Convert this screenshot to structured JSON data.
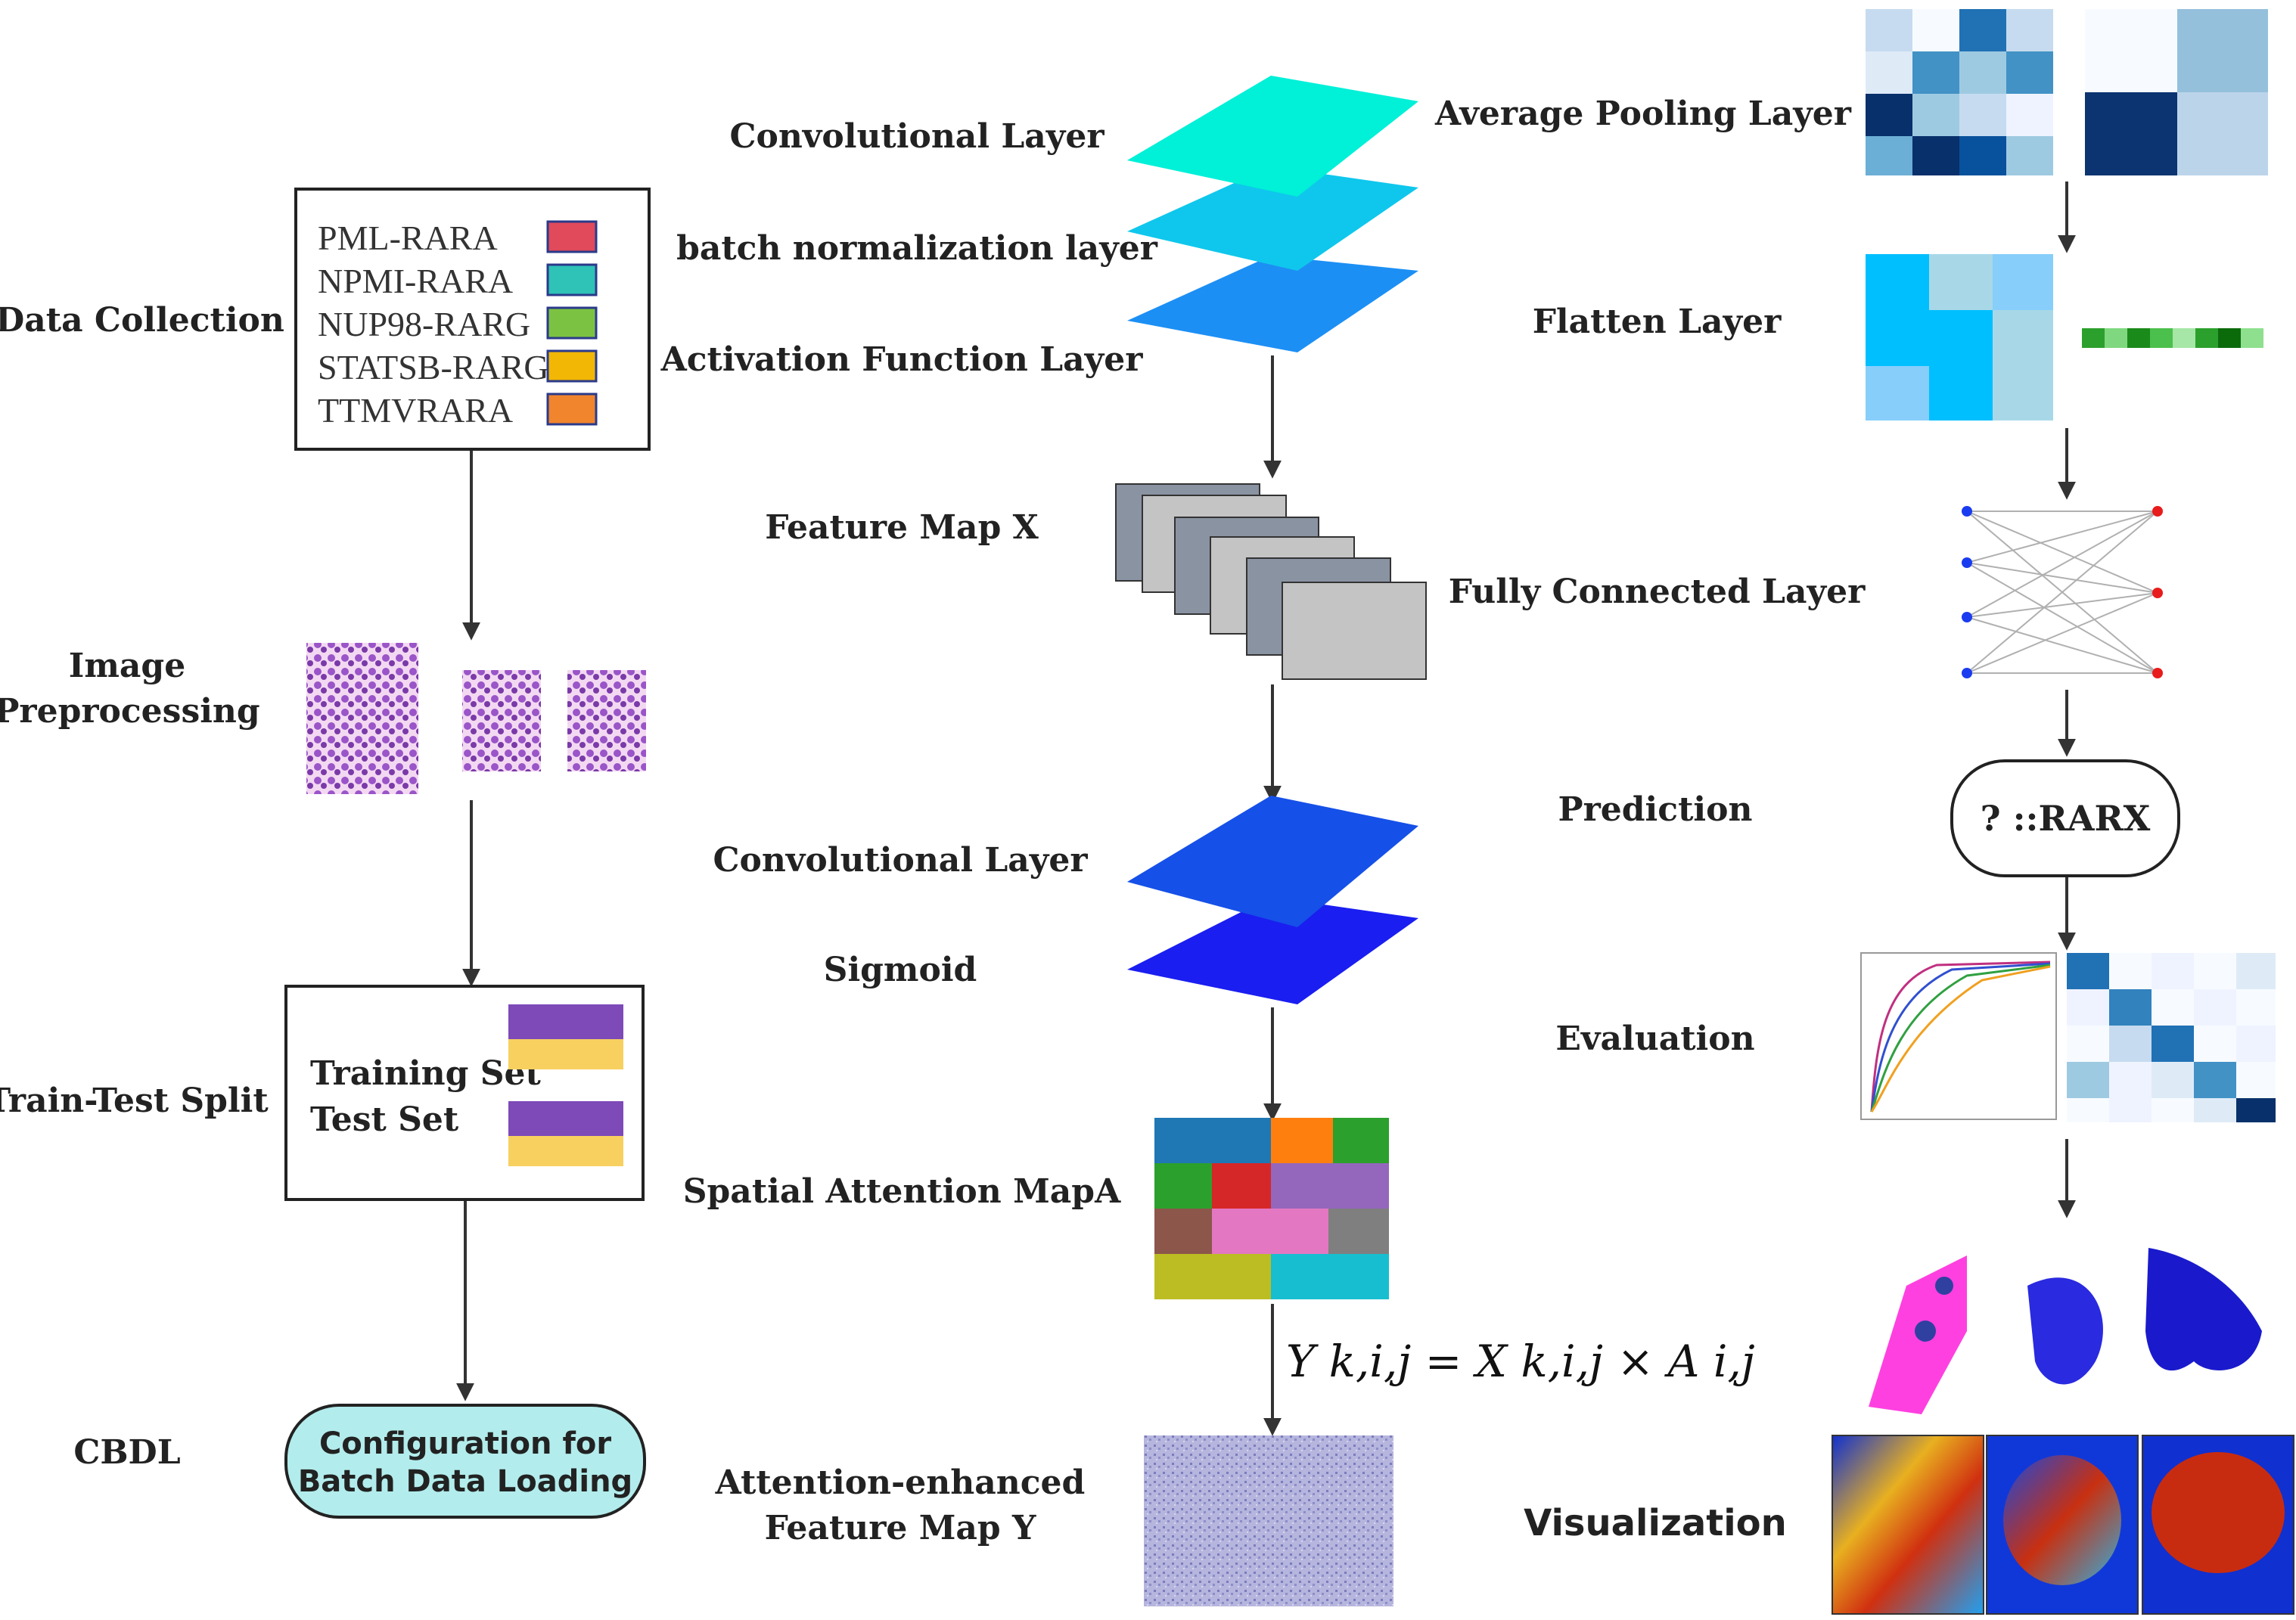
{
  "left_column": {
    "data_collection": "Data Collection",
    "image_preprocessing_line1": "Image",
    "image_preprocessing_line2": "Preprocessing",
    "train_test_split": "Train-Test Split",
    "cbdl": "CBDL"
  },
  "legend": [
    {
      "label": "PML-RARA",
      "color": "#e04a5a"
    },
    {
      "label": "NPMI-RARA",
      "color": "#2fc2b6"
    },
    {
      "label": "NUP98-RARG",
      "color": "#7cc242"
    },
    {
      "label": "STATSB-RARG",
      "color": "#f2b705"
    },
    {
      "label": "TTMVRARA",
      "color": "#f0852d"
    }
  ],
  "split_box": {
    "training_set": "Training Set",
    "test_set": "Test Set"
  },
  "config_box": {
    "line1": "Configuration for",
    "line2": "Batch Data Loading",
    "fill": "#b3ecec"
  },
  "middle_column": {
    "conv_layer_1": "Convolutional Layer",
    "batch_norm": "batch normalization layer",
    "activation": "Activation Function Layer",
    "feature_map_x": "Feature Map X",
    "conv_layer_2": "Convolutional Layer",
    "sigmoid": "Sigmoid",
    "spatial_attention": "Spatial Attention MapA",
    "attention_enhanced_line1": "Attention-enhanced",
    "attention_enhanced_line2": "Feature Map Y",
    "formula": "Y k,i,j = X k,i,j × A i,j"
  },
  "right_column": {
    "avg_pooling": "Average Pooling Layer",
    "flatten": "Flatten Layer",
    "fully_connected": "Fully Connected Layer",
    "prediction": "Prediction",
    "prediction_box": "? ::RARX",
    "evaluation": "Evaluation",
    "visualization": "Visualization"
  },
  "colors": {
    "layer_cyan": "#00f0d8",
    "layer_sky": "#0fc7ec",
    "layer_azure": "#1c8ff4",
    "layer_blue": "#1550e8",
    "layer_indigo": "#1a1ef0"
  }
}
